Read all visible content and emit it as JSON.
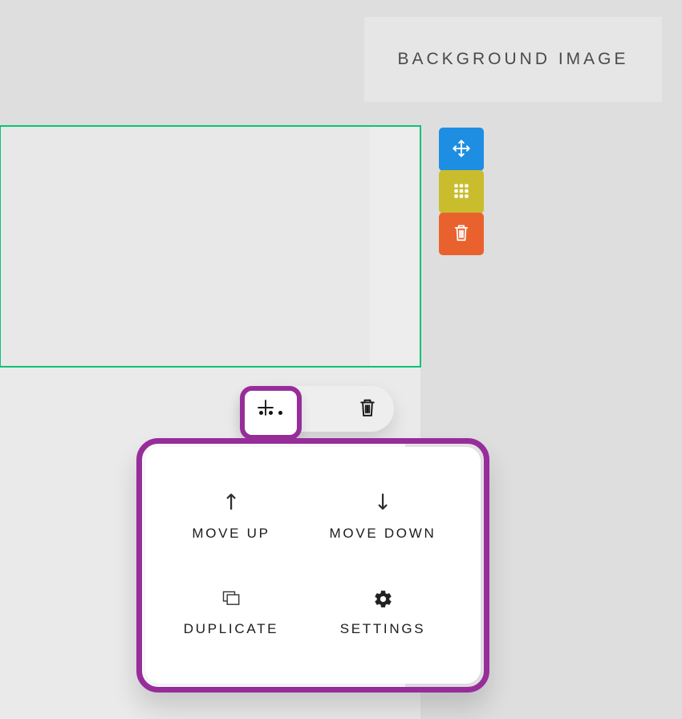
{
  "background_panel": {
    "label": "BACKGROUND IMAGE"
  },
  "selection": {
    "outline_color": "#0bc377"
  },
  "section_controls": [
    {
      "name": "move-section",
      "icon": "move-icon",
      "color": "#1e8ee2"
    },
    {
      "name": "reorder-section",
      "icon": "grid-icon",
      "color": "#c9bd2e"
    },
    {
      "name": "delete-section",
      "icon": "trash-icon",
      "color": "#e9622e"
    }
  ],
  "block_toolbar": {
    "highlight_color": "#972d9a",
    "buttons": [
      {
        "name": "add-block",
        "icon": "plus-icon"
      },
      {
        "name": "more-options",
        "icon": "ellipsis-icon",
        "highlighted": true
      },
      {
        "name": "delete-block",
        "icon": "trash-icon"
      }
    ]
  },
  "context_menu": {
    "border_color": "#972d9a",
    "items": [
      {
        "label": "MOVE UP",
        "icon": "arrow-up-icon",
        "glyph": "↑"
      },
      {
        "label": "MOVE DOWN",
        "icon": "arrow-down-icon",
        "glyph": "↓"
      },
      {
        "label": "DUPLICATE",
        "icon": "duplicate-icon"
      },
      {
        "label": "SETTINGS",
        "icon": "settings-icon"
      }
    ]
  }
}
